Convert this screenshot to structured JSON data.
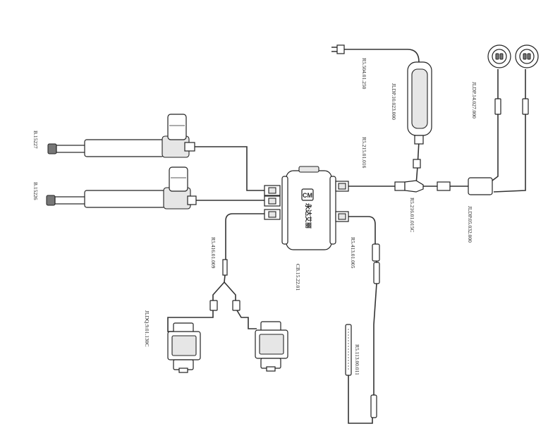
{
  "labels": {
    "actuator_1": "B.15227",
    "actuator_2": "B.15226",
    "power_cord": "R5.504.01.250",
    "power_supply": "JLDP.10.023.000",
    "supply_cable": "R5.215.01.016",
    "hand_controls": "JLDP.14.027.000",
    "splitter_cable": "R5.216.01.015C",
    "junction_box": "JLDP.05.032.000",
    "motor_cable": "R5.416.01.009",
    "control_box": "CB.15.22.01",
    "sensor_cable": "R5.413.01.005",
    "lift_motors": "JLDQ.9.01.130C",
    "light_strip": "R5.113.00.011"
  },
  "logo": {
    "mark": "CM",
    "text": "永达艾丽"
  },
  "colors": {
    "line": "#333333",
    "body_fill": "#ffffff",
    "accent_fill": "#e6e6e6"
  }
}
